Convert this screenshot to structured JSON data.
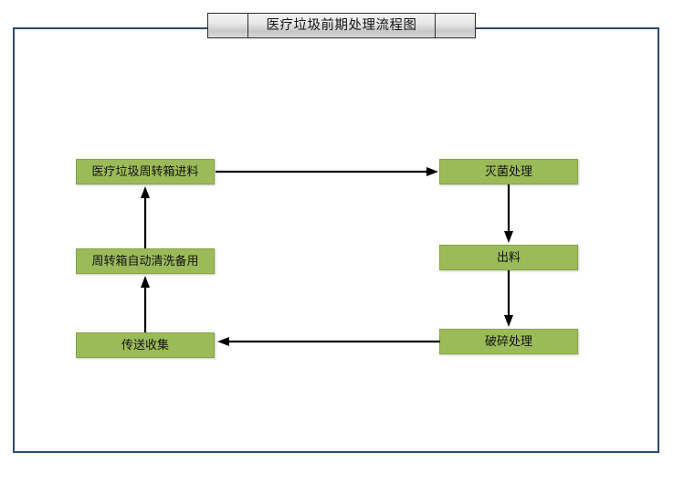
{
  "title_bar": {
    "title": "医疗垃圾前期处理流程图",
    "left_cap": "",
    "right_cap": ""
  },
  "theme": {
    "frame_color": "#2b4b6f",
    "node_fill": "#9bbb59",
    "node_border": "#86a446",
    "arrow_color": "#000000",
    "page_background": "#ffffff"
  },
  "diagram": {
    "nodes": [
      {
        "id": "intake",
        "label": "医疗垃圾周转箱进料"
      },
      {
        "id": "wash",
        "label": "周转箱自动清洗备用"
      },
      {
        "id": "convey",
        "label": "传送收集"
      },
      {
        "id": "steril",
        "label": "灭菌处理"
      },
      {
        "id": "output",
        "label": "出料"
      },
      {
        "id": "crush",
        "label": "破碎处理"
      }
    ],
    "connectors": [
      {
        "id": "intake-to-steril",
        "from": "intake",
        "to": "steril",
        "direction": "right"
      },
      {
        "id": "steril-to-output",
        "from": "steril",
        "to": "output",
        "direction": "down"
      },
      {
        "id": "output-to-crush",
        "from": "output",
        "to": "crush",
        "direction": "down"
      },
      {
        "id": "crush-to-convey",
        "from": "crush",
        "to": "convey",
        "direction": "left"
      },
      {
        "id": "convey-to-wash",
        "from": "convey",
        "to": "wash",
        "direction": "up"
      },
      {
        "id": "wash-to-intake",
        "from": "wash",
        "to": "intake",
        "direction": "up"
      }
    ]
  }
}
